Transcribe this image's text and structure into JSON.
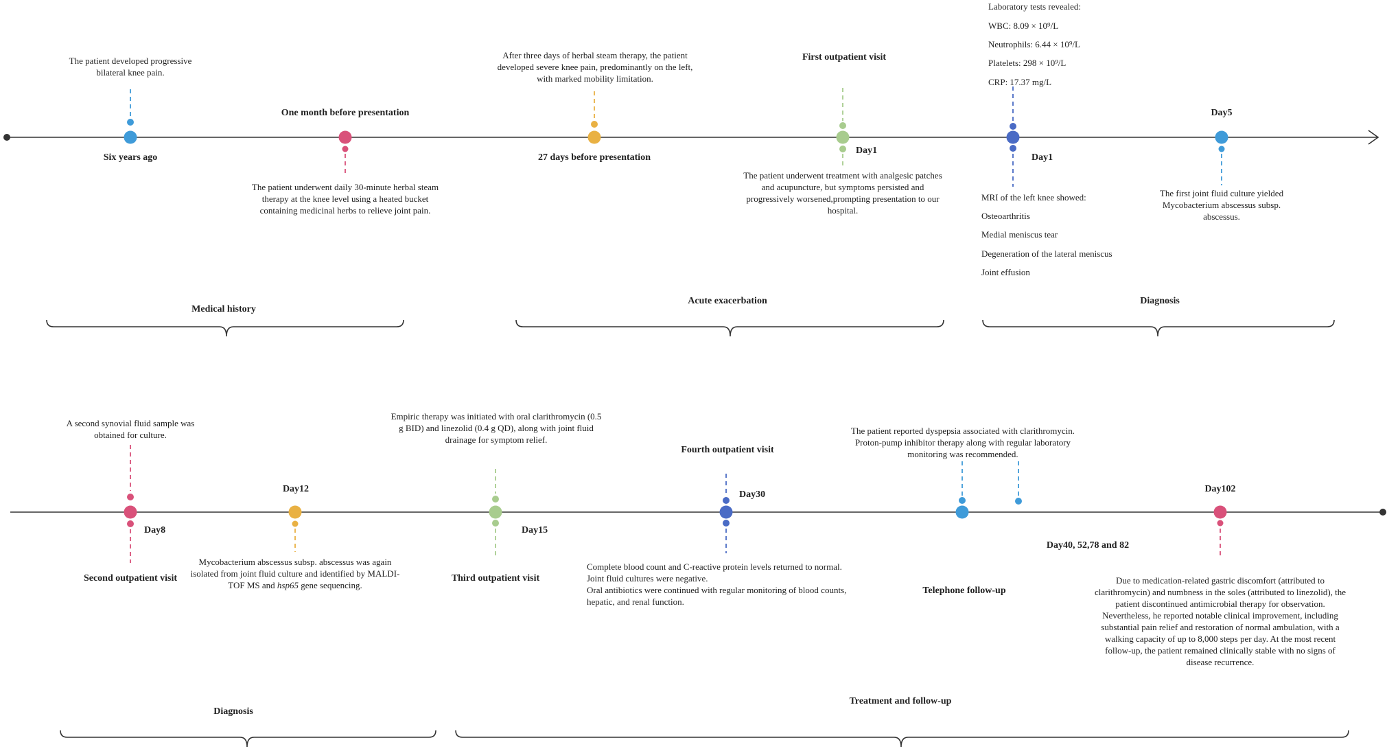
{
  "colors": {
    "blue": "#3f9bd9",
    "pink": "#d9517a",
    "orange": "#e9b143",
    "green": "#a8cc8e",
    "navy": "#4a6bc5",
    "axis": "#333333"
  },
  "row1": {
    "events": {
      "six_years": {
        "label": "Six years ago",
        "desc": "The patient developed progressive bilateral knee pain."
      },
      "one_month": {
        "label": "One month before presentation",
        "desc": "The patient underwent daily 30-minute herbal steam therapy at the knee level using a heated bucket containing medicinal herbs to relieve joint pain."
      },
      "days27": {
        "label": "27 days before presentation",
        "desc": "After three days of herbal steam therapy, the patient developed severe knee pain, predominantly on the left, with marked mobility limitation."
      },
      "first_visit": {
        "title": "First outpatient visit",
        "day": "Day1",
        "desc": "The patient underwent treatment with analgesic patches and acupuncture, but symptoms persisted and progressively worsened,prompting presentation to our hospital."
      },
      "day1_tests": {
        "day": "Day1",
        "lab_title": "Laboratory tests revealed:",
        "lab_items": [
          "WBC: 8.09 × 10⁹/L",
          "Neutrophils: 6.44 × 10⁹/L",
          "Platelets: 298 × 10⁹/L",
          "CRP: 17.37 mg/L"
        ],
        "mri_title": "MRI of the left knee showed:",
        "mri_items": [
          "Osteoarthritis",
          "Medial meniscus tear",
          "Degeneration of the lateral meniscus",
          "Joint effusion"
        ]
      },
      "day5": {
        "day": "Day5",
        "desc": "The first joint fluid culture yielded Mycobacterium abscessus subsp. abscessus."
      }
    },
    "phases": [
      "Medical history",
      "Acute exacerbation",
      "Diagnosis"
    ]
  },
  "row2": {
    "events": {
      "day8": {
        "day": "Day8",
        "title": "Second outpatient visit",
        "desc": "A second synovial fluid sample was obtained for culture."
      },
      "day12": {
        "day": "Day12",
        "desc_part1": "Mycobacterium abscessus subsp. abscessus was again isolated from joint fluid culture and identified by MALDI-TOF MS and",
        "desc_italic": "hsp65",
        "desc_part2": "gene sequencing."
      },
      "day15": {
        "day": "Day15",
        "title": "Third outpatient visit",
        "desc": "Empiric therapy was initiated with oral clarithromycin (0.5 g BID) and linezolid (0.4 g QD), along with joint fluid drainage for symptom relief."
      },
      "day30": {
        "day": "Day30",
        "title": "Fourth outpatient visit",
        "desc_lines": [
          "Complete blood count and C-reactive protein levels returned to normal.",
          "Joint fluid cultures were negative.",
          "Oral antibiotics were continued with regular monitoring of blood counts, hepatic, and renal function."
        ]
      },
      "day40": {
        "day": "Day40, 52,78 and 82",
        "title": "Telephone follow-up",
        "desc": "The patient reported dyspepsia associated with clarithromycin. Proton-pump inhibitor therapy along with regular laboratory monitoring was recommended."
      },
      "day102": {
        "day": "Day102",
        "desc": "Due to medication-related gastric discomfort (attributed to clarithromycin) and numbness in the soles (attributed to linezolid), the patient discontinued antimicrobial therapy for observation. Nevertheless, he reported notable clinical improvement, including substantial pain relief and restoration of normal ambulation, with a walking capacity of up to 8,000 steps per day. At the most recent follow-up, the patient remained clinically stable with no signs of disease recurrence."
      }
    },
    "phases": [
      "Diagnosis",
      "Treatment and follow-up"
    ]
  }
}
